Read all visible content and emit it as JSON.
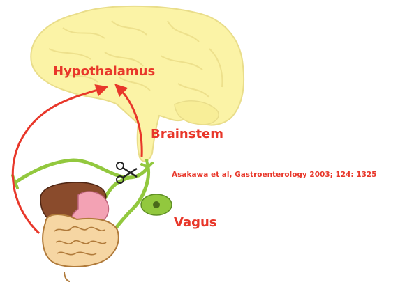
{
  "labels": {
    "hypothalamus": "Hypothalamus",
    "brainstem": "Brainstem",
    "vagus": "Vagus",
    "citation": "Asakawa et al, Gastroenterology 2003; 124: 1325"
  },
  "icons": {
    "cut": "scissors-icon"
  },
  "colors": {
    "label": "#e8372a",
    "arrow": "#e8372a",
    "brain_fill": "#fbf3a6",
    "brain_outline": "#e9dd8a",
    "nerve": "#92c83e",
    "nerve_dark": "#5f8f24",
    "liver": "#8a4b2c",
    "stomach": "#f3a2b4",
    "intestine": "#f6d6a3",
    "intestine_outline": "#b07a3a"
  }
}
